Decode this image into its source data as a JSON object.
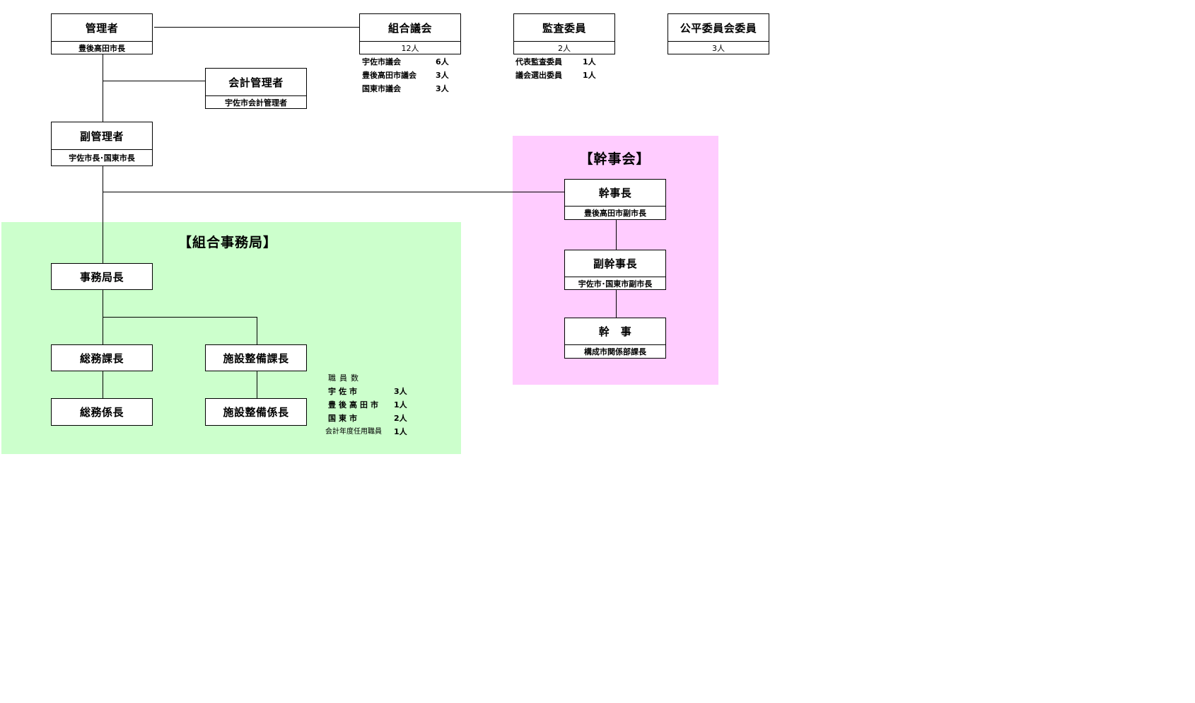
{
  "regions": {
    "secretariat": "【組合事務局】",
    "executive_committee": "【幹事会】"
  },
  "colors": {
    "secretariat_bg": "#ccffcc",
    "executive_committee_bg": "#ffccff"
  },
  "boxes": {
    "manager": {
      "title": "管理者",
      "sub": "豊後高田市長"
    },
    "assembly": {
      "title": "組合議会",
      "sub": "12人"
    },
    "auditor": {
      "title": "監査委員",
      "sub": "2人"
    },
    "fairness": {
      "title": "公平委員会委員",
      "sub": "3人"
    },
    "accounting": {
      "title": "会計管理者",
      "sub": "宇佐市会計管理者"
    },
    "vice_manager": {
      "title": "副管理者",
      "sub": "宇佐市長･国東市長"
    },
    "bureau_chief": {
      "title": "事務局長"
    },
    "general_affairs_chief": {
      "title": "総務課長"
    },
    "facilities_chief": {
      "title": "施設整備課長"
    },
    "general_affairs_sub": {
      "title": "総務係長"
    },
    "facilities_sub": {
      "title": "施設整備係長"
    },
    "chief_secretary": {
      "title": "幹事長",
      "sub": "豊後高田市副市長"
    },
    "vice_chief_secretary": {
      "title": "副幹事長",
      "sub": "宇佐市･国東市副市長"
    },
    "secretary": {
      "title": "幹　事",
      "sub": "構成市関係部課長"
    }
  },
  "assembly_members": [
    {
      "name": "宇佐市議会",
      "count": "6人"
    },
    {
      "name": "豊後高田市議会",
      "count": "3人"
    },
    {
      "name": "国東市議会",
      "count": "3人"
    }
  ],
  "auditor_members": [
    {
      "name": "代表監査委員",
      "count": "1人"
    },
    {
      "name": "議会選出委員",
      "count": "1人"
    }
  ],
  "staff": {
    "heading": "職員数",
    "rows": [
      {
        "name": "宇佐市",
        "count": "3人"
      },
      {
        "name": "豊後高田市",
        "count": "1人"
      },
      {
        "name": "国東市",
        "count": "2人"
      },
      {
        "name": "会計年度任用職員",
        "count": "1人"
      }
    ]
  }
}
